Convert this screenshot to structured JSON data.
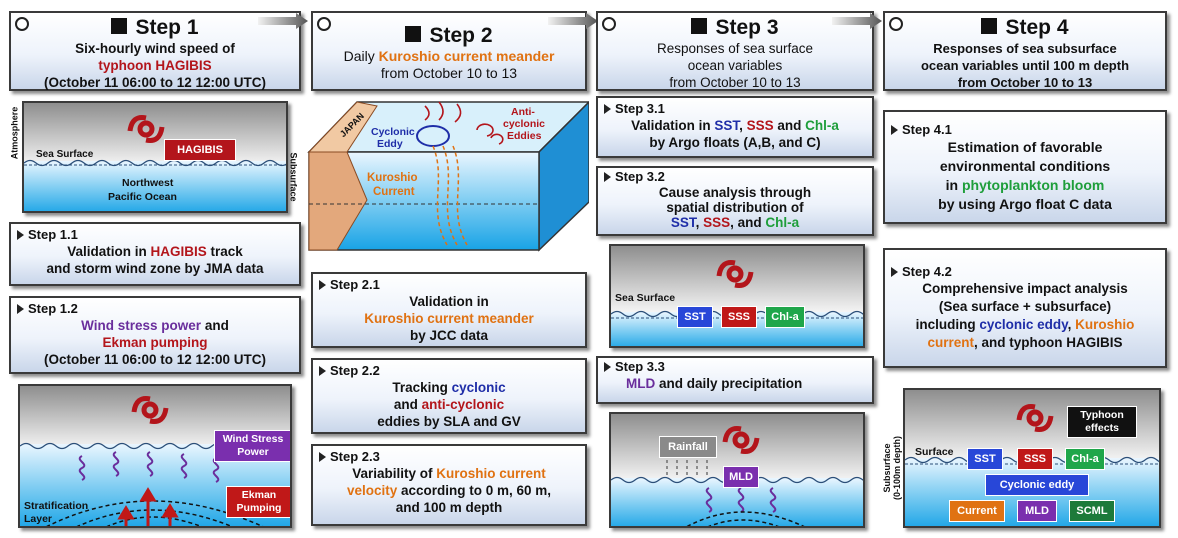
{
  "step1": {
    "title": "Step 1",
    "desc_line1": "Six-hourly wind speed of",
    "desc_line2": "typhoon HAGIBIS",
    "desc_line3": "(October 11 06:00 to 12 12:00 UTC)",
    "fig": {
      "atmosphere": "Atmosphere",
      "subsurface": "Subsurface",
      "sea_surface": "Sea Surface",
      "typhoon": "HAGIBIS",
      "ocean_line1": "Northwest",
      "ocean_line2": "Pacific Ocean"
    },
    "s1_1": {
      "label": "Step 1.1",
      "l1a": "Validation in ",
      "l1b": "HAGIBIS",
      "l1c": " track",
      "l2": "and storm wind zone by JMA data"
    },
    "s1_2": {
      "label": "Step 1.2",
      "l1a": "Wind stress power",
      "l1b": " and",
      "l2": "Ekman pumping",
      "l3": "(October 11 06:00 to 12 12:00 UTC)"
    },
    "fig2": {
      "wind": "Wind Stress Power",
      "ekman": "Ekman Pumping",
      "strat1": "Stratification",
      "strat2": "Layer"
    }
  },
  "step2": {
    "title": "Step 2",
    "desc_a": "Daily ",
    "desc_b": "Kuroshio current meander",
    "desc_l2": "from October 10 to 13",
    "fig": {
      "japan": "JAPAN",
      "cyc1": "Cyclonic",
      "cyc2": "Eddy",
      "anti1": "Anti-",
      "anti2": "cyclonic",
      "anti3": "Eddies",
      "kuro1": "Kuroshio",
      "kuro2": "Current"
    },
    "s2_1": {
      "label": "Step 2.1",
      "l1": "Validation in",
      "l2": "Kuroshio current meander",
      "l3": "by JCC data"
    },
    "s2_2": {
      "label": "Step 2.2",
      "l1a": "Tracking ",
      "l1b": "cyclonic",
      "l2a": "and ",
      "l2b": "anti-cyclonic",
      "l3": "eddies by SLA and GV"
    },
    "s2_3": {
      "label": "Step 2.3",
      "l1a": "Variability of ",
      "l1b": "Kuroshio current",
      "l2a": "velocity",
      "l2b": " according to 0 m, 60 m,",
      "l3": "and 100 m depth"
    }
  },
  "step3": {
    "title": "Step 3",
    "desc_l1": "Responses of sea surface",
    "desc_l2": "ocean variables",
    "desc_l3": "from October 10 to 13",
    "s3_1": {
      "label": "Step 3.1",
      "l1a": "Validation in ",
      "sst": "SST",
      "sep1": ", ",
      "sss": "SSS",
      "and": " and ",
      "chl": "Chl-a",
      "l2": "by Argo floats (A,B, and C)"
    },
    "s3_2": {
      "label": "Step 3.2",
      "l1": "Cause analysis through",
      "l2": "spatial distribution of",
      "sst": "SST",
      "sep": ", ",
      "sss": "SSS",
      "and": ", and ",
      "chl": "Chl-a"
    },
    "fig": {
      "sea_surface": "Sea Surface",
      "sst": "SST",
      "sss": "SSS",
      "chl": "Chl-a"
    },
    "s3_3": {
      "label": "Step 3.3",
      "mld": "MLD",
      "rest": " and daily precipitation"
    },
    "fig2": {
      "rainfall": "Rainfall",
      "mld": "MLD"
    }
  },
  "step4": {
    "title": "Step 4",
    "desc_l1": "Responses of sea subsurface",
    "desc_l2": "ocean variables until 100 m depth",
    "desc_l3": "from October 10 to 13",
    "s4_1": {
      "label": "Step 4.1",
      "l1": "Estimation of favorable",
      "l2": "environmental conditions",
      "l3a": "in ",
      "l3b": "phytoplankton bloom",
      "l4": "by using Argo float C data"
    },
    "s4_2": {
      "label": "Step 4.2",
      "l1": "Comprehensive impact analysis",
      "l2": "(Sea surface + subsurface)",
      "l3a": "including ",
      "l3b": "cyclonic eddy",
      "l3c": ", ",
      "l3d": "Kuroshio",
      "l4a": "current",
      "l4b": ", and typhoon HAGIBIS"
    },
    "fig": {
      "typhoon1": "Typhoon",
      "typhoon2": "effects",
      "surface": "Surface",
      "sst": "SST",
      "sss": "SSS",
      "chl": "Chl-a",
      "eddy": "Cyclonic eddy",
      "current": "Current",
      "mld": "MLD",
      "scml": "SCML",
      "subsurface1": "Subsurface",
      "subsurface2": "(0-100m depth)"
    }
  }
}
